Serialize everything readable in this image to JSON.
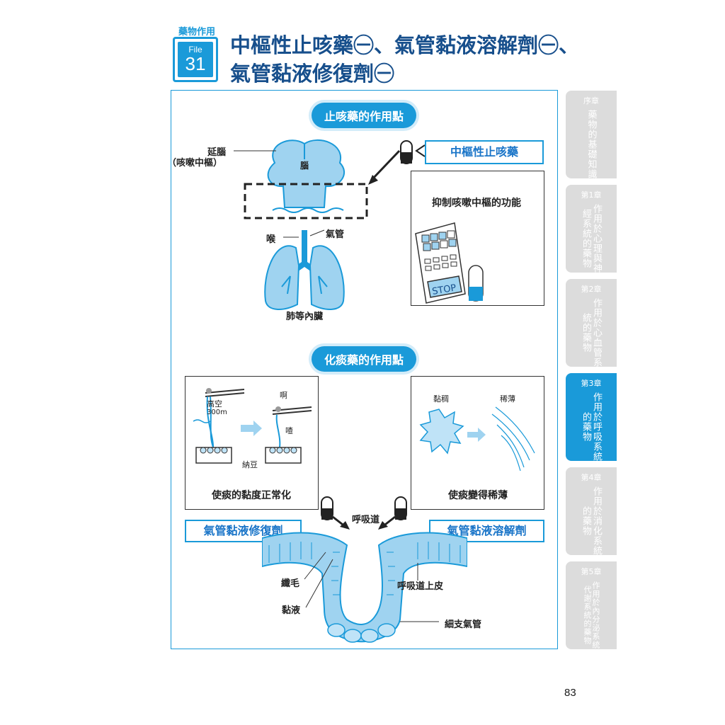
{
  "header": {
    "category": "藥物作用",
    "file_label": "File",
    "file_number": "31",
    "title_line1": "中樞性止咳藥㊀、氣管黏液溶解劑㊀、",
    "title_line2": "氣管黏液修復劑㊀"
  },
  "antitussive": {
    "heading": "止咳藥的作用點",
    "medulla_label": "延腦",
    "cough_center_label": "（咳嗽中樞）",
    "brain_label": "腦",
    "larynx_label": "喉",
    "trachea_label": "氣管",
    "organs_label": "肺等內臟",
    "drug_label": "中樞性止咳藥",
    "effect_label": "抑制咳嗽中樞的功能",
    "stop_label": "STOP"
  },
  "expectorant": {
    "heading": "化痰藥的作用點",
    "left_panel": {
      "altitude_label": "高空",
      "height_label": "300m",
      "ah_label": "啊",
      "snip_label": "喳",
      "natto_label": "納豆",
      "caption": "使痰的黏度正常化"
    },
    "right_panel": {
      "viscous_label": "黏稠",
      "thin_label": "稀薄",
      "caption": "使痰變得稀薄"
    },
    "airway_label": "呼吸道",
    "repair_drug_label": "氣管黏液修復劑",
    "dissolve_drug_label": "氣管黏液溶解劑",
    "cilia_label": "纖毛",
    "mucus_label": "黏液",
    "epithelium_label": "呼吸道上皮",
    "bronchiole_label": "細支氣管"
  },
  "sidebar": {
    "tabs": [
      {
        "chapter": "序章",
        "title": "藥物的基礎知識"
      },
      {
        "chapter": "第1章",
        "title": "作用於心理與神經系統的藥物"
      },
      {
        "chapter": "第2章",
        "title": "作用於心血管系統的藥物"
      },
      {
        "chapter": "第3章",
        "title": "作用於呼吸系統的藥物"
      },
      {
        "chapter": "第4章",
        "title": "作用於消化系統的藥物"
      },
      {
        "chapter": "第5章",
        "title": "作用於內分泌系統代謝系統的藥物"
      }
    ],
    "active_index": 3
  },
  "page_number": "83",
  "colors": {
    "accent": "#1a9ad9",
    "title": "#174f8c",
    "light": "#bfe3f7",
    "inactive_tab": "#dcdcdc"
  }
}
